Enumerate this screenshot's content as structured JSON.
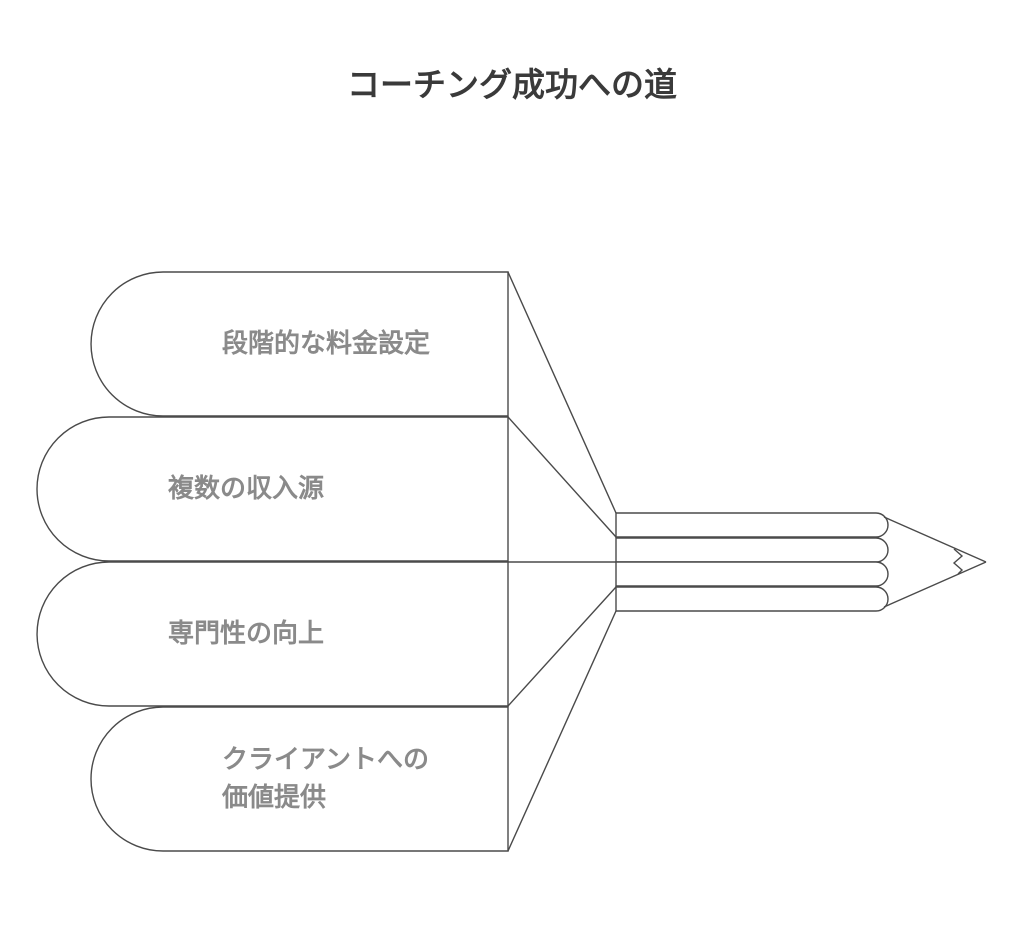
{
  "title": "コーチング成功への道",
  "items": [
    {
      "label_lines": [
        "段階的な料金設定"
      ]
    },
    {
      "label_lines": [
        "複数の収入源"
      ]
    },
    {
      "label_lines": [
        "専門性の向上"
      ]
    },
    {
      "label_lines": [
        "クライアントへの",
        "価値提供"
      ]
    }
  ],
  "colors": {
    "stroke": "#4a4a4a",
    "label": "#8a8a8a",
    "title": "#3a3a3a"
  }
}
